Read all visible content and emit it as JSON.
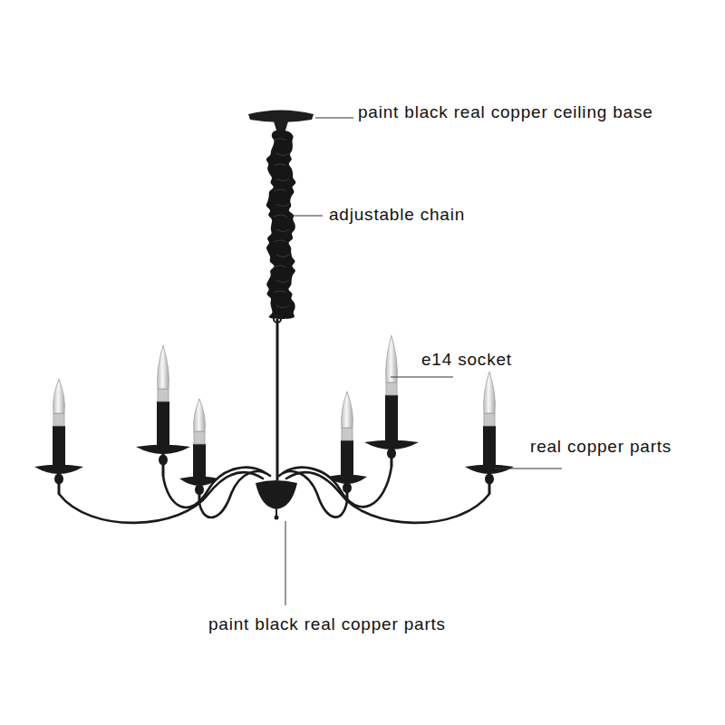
{
  "diagram": {
    "labels": [
      "paint black real copper ceiling base",
      "adjustable chain",
      "e14 socket",
      "real copper parts",
      "paint black real copper parts"
    ]
  }
}
